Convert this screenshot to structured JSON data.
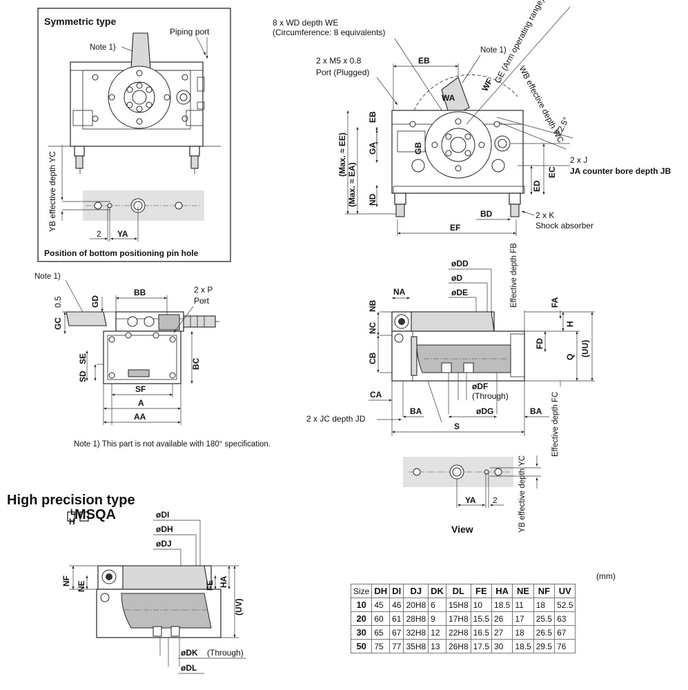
{
  "symmetric": {
    "title": "Symmetric type",
    "piping_port": "Piping port",
    "note1": "Note 1)",
    "yb_effective_depth_yc": "YB effective depth YC",
    "dim_2": "2",
    "dim_ya": "YA",
    "caption": "Position of bottom positioning pin hole"
  },
  "top_view": {
    "wd_depth_we": "8 x WD depth WE",
    "circumference": "(Circumference: 8 equivalents)",
    "m5_port": "2 x M5 x 0.8",
    "port_plugged": "Port (Plugged)",
    "eb": "EB",
    "note1": "Note 1)",
    "wf": "WF",
    "ge_arm": "GE (Arm operating range)",
    "wb": "WB effective depth WC",
    "wa": "WA",
    "angle": "22.5°",
    "max_ee": "(Max. ≈ EE)",
    "max_ea": "(Max. ≈ EA)",
    "ga": "GA",
    "gb": "GB",
    "nd": "ND",
    "bd": "BD",
    "ef": "EF",
    "ec": "EC",
    "ed": "ED",
    "j_label": "2 x J",
    "ja_counter": "JA counter bore depth JB",
    "k_label": "2 x K",
    "shock_absorber": "Shock absorber"
  },
  "side_view": {
    "note1": "Note 1)",
    "dim_05": "0.5",
    "gc": "GC",
    "gd": "GD",
    "bb": "BB",
    "p_label": "2 x P",
    "port": "Port",
    "bc": "BC",
    "sd": "SD",
    "se": "SE",
    "sf": "SF",
    "a": "A",
    "aa": "AA"
  },
  "front_view": {
    "dd": "øDD",
    "d": "øD",
    "de": "øDE",
    "na": "NA",
    "nb": "NB",
    "nc": "NC",
    "cb": "CB",
    "fb": "Effective depth FB",
    "fa": "FA",
    "h": "H",
    "fd": "FD",
    "q": "Q",
    "uu": "(UU)",
    "df": "øDF",
    "through": "(Through)",
    "ca": "CA",
    "ba1": "BA",
    "dg": "øDG",
    "ba2": "BA",
    "jc_depth_jd": "2 x JC depth JD",
    "s": "S",
    "fc": "Effective depth FC",
    "ya": "YA",
    "dim_2": "2",
    "yb_depth_yc": "YB effective depth YC",
    "view": "View"
  },
  "note_text": "Note 1) This part is not available with 180° specification.",
  "high_precision": {
    "title": "High precision type",
    "model_prefix": "MSQA",
    "model_l": "L",
    "model_h": "H",
    "di": "øDI",
    "dh": "øDH",
    "dj": "øDJ",
    "nf": "NF",
    "ne": "NE",
    "fe": "FE",
    "ha": "HA",
    "uv": "(UV)",
    "dk": "øDK",
    "dk_through": "(Through)",
    "dl": "øDL"
  },
  "table": {
    "unit": "(mm)",
    "headers": [
      "Size",
      "DH",
      "DI",
      "DJ",
      "DK",
      "DL",
      "FE",
      "HA",
      "NE",
      "NF",
      "UV"
    ],
    "rows": [
      [
        "10",
        "45",
        "46",
        "20H8",
        "6",
        "15H8",
        "10",
        "18.5",
        "11",
        "18",
        "52.5"
      ],
      [
        "20",
        "60",
        "61",
        "28H8",
        "9",
        "17H8",
        "15.5",
        "26",
        "17",
        "25.5",
        "63"
      ],
      [
        "30",
        "65",
        "67",
        "32H8",
        "12",
        "22H8",
        "16.5",
        "27",
        "18",
        "26.5",
        "67"
      ],
      [
        "50",
        "75",
        "77",
        "35H8",
        "13",
        "26H8",
        "17.5",
        "30",
        "18.5",
        "29.5",
        "76"
      ]
    ]
  }
}
